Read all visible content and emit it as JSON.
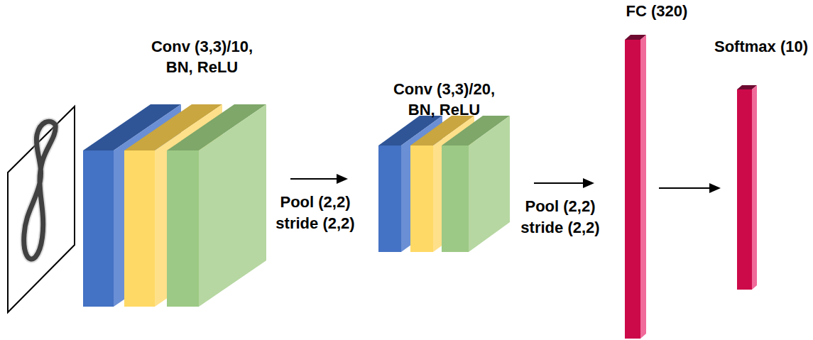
{
  "diagram": {
    "nodes": [
      {
        "text": [
          "Conv (3,3)/10, BN, ReLU"
        ]
      },
      {
        "text": [
          "Conv (3,3)/20, BN, ReLU"
        ]
      },
      {
        "text": [
          "FC (320)"
        ]
      },
      {
        "text": [
          "Softmax (10)"
        ]
      }
    ],
    "edges": [
      {
        "from": 0,
        "to": 1,
        "arrow": "to",
        "label": "Pool (2,2) stride (2,2)"
      },
      {
        "from": 1,
        "to": 2,
        "arrow": "to",
        "label": "Pool (2,2) stride (2,2)"
      },
      {
        "from": 2,
        "to": 3,
        "arrow": "to"
      }
    ]
  }
}
